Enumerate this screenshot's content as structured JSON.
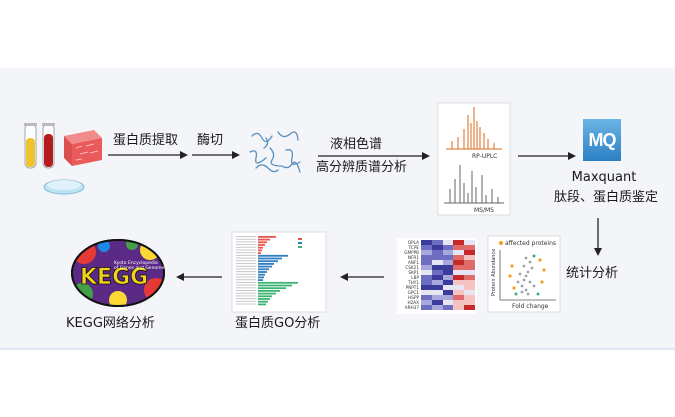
{
  "steps": {
    "extraction": "蛋白质提取",
    "digestion": "酶切",
    "lc_line1": "液相色谱",
    "lc_line2": "高分辨质谱分析",
    "mq_name": "Maxquant",
    "mq_desc": "肽段、蛋白质鉴定",
    "stats": "统计分析",
    "go": "蛋白质GO分析",
    "kegg": "KEGG网络分析"
  },
  "ms_panel": {
    "top_label": "RP-UPLC",
    "bottom_label": "MS/MS"
  },
  "mq_logo": "MQ",
  "volcano": {
    "legend": "affected proteins",
    "xlabel": "Fold change",
    "ylabel": "Protein Abundance"
  },
  "heatmap": {
    "genes": [
      "OPLA",
      "TCPE",
      "GMPPB",
      "NFR1",
      "ANF1",
      "CSK21",
      "SKP1",
      "LBP",
      "THY1",
      "PNPT1",
      "GPC1",
      "HSPP",
      "H2AX",
      "ARH37"
    ]
  },
  "kegg_logo": {
    "main": "KEGG",
    "subtitle_1": "Kyoto Encyclopedia",
    "subtitle_2": "of Genes and Genomes"
  },
  "colors": {
    "accent_red": "#e8554e",
    "accent_blue": "#2f7fc1",
    "accent_green": "#3cb371"
  }
}
